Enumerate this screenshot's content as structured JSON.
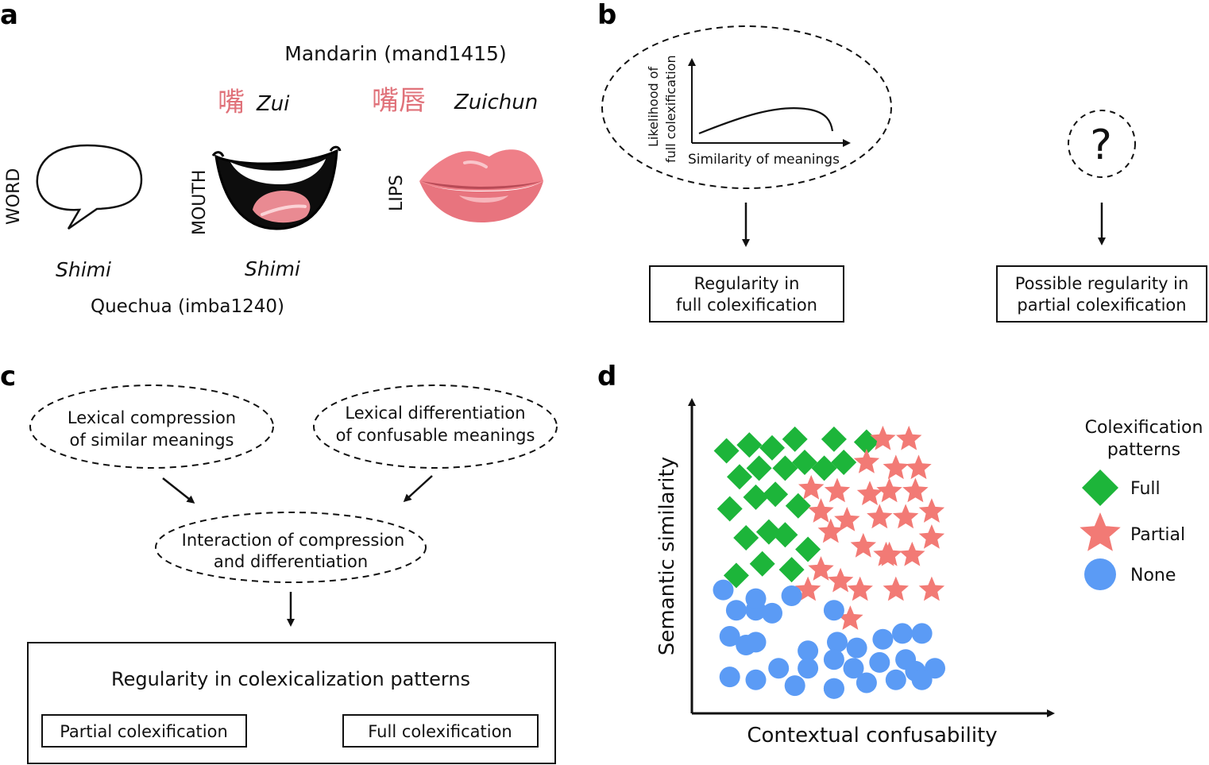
{
  "panels": {
    "a": "a",
    "b": "b",
    "c": "c",
    "d": "d"
  },
  "panel_a": {
    "mandarin_label": "Mandarin (mand1415)",
    "quechua_label": "Quechua (imba1240)",
    "zui_chars": "嘴",
    "zui_roman": "Zui",
    "zuichun_chars": "嘴唇",
    "zuichun_roman": "Zuichun",
    "word_label": "WORD",
    "mouth_label": "MOUTH",
    "lips_label": "LIPS",
    "shimi_1": "Shimi",
    "shimi_2": "Shimi"
  },
  "panel_b": {
    "ylabel_line1": "Likelihood of",
    "ylabel_line2": "full colexification",
    "xlabel": "Similarity of meanings",
    "question": "?",
    "box_left": [
      "Regularity in",
      "full colexification"
    ],
    "box_right": [
      "Possible regularity in",
      "partial colexification"
    ]
  },
  "panel_c": {
    "ellipse_left": [
      "Lexical compression",
      "of similar meanings"
    ],
    "ellipse_right": [
      "Lexical differentiation",
      "of confusable meanings"
    ],
    "ellipse_mid": [
      "Interaction of compression",
      "and differentiation"
    ],
    "main_box": "Regularity in colexicalization patterns",
    "sub_left": "Partial colexification",
    "sub_right": "Full colexification"
  },
  "chart_data": {
    "type": "scatter",
    "title": "",
    "xlabel": "Contextual confusability",
    "ylabel": "Semantic similarity",
    "xlim": [
      0,
      10
    ],
    "ylim": [
      0,
      10
    ],
    "grid": false,
    "legend_title": [
      "Colexification",
      "patterns"
    ],
    "legend_position": "right",
    "series": [
      {
        "name": "Full",
        "marker": "diamond",
        "color": "#1db53a",
        "points": [
          [
            0.6,
            8.7
          ],
          [
            1.3,
            8.9
          ],
          [
            2.0,
            8.8
          ],
          [
            2.7,
            9.1
          ],
          [
            3.9,
            9.1
          ],
          [
            4.9,
            9.0
          ],
          [
            1.0,
            7.8
          ],
          [
            1.6,
            8.1
          ],
          [
            2.4,
            8.1
          ],
          [
            3.0,
            8.3
          ],
          [
            3.6,
            8.1
          ],
          [
            4.2,
            8.3
          ],
          [
            1.5,
            7.1
          ],
          [
            2.1,
            7.2
          ],
          [
            0.7,
            6.7
          ],
          [
            2.8,
            6.8
          ],
          [
            1.2,
            5.7
          ],
          [
            1.9,
            5.9
          ],
          [
            2.4,
            5.8
          ],
          [
            3.1,
            5.3
          ],
          [
            0.9,
            4.4
          ],
          [
            1.7,
            4.8
          ],
          [
            2.6,
            4.6
          ]
        ]
      },
      {
        "name": "Partial",
        "marker": "star",
        "color": "#f27a75",
        "points": [
          [
            5.4,
            9.1
          ],
          [
            6.2,
            9.1
          ],
          [
            4.9,
            8.3
          ],
          [
            5.8,
            8.1
          ],
          [
            6.5,
            8.1
          ],
          [
            3.2,
            7.4
          ],
          [
            4.0,
            7.3
          ],
          [
            5.0,
            7.2
          ],
          [
            5.6,
            7.3
          ],
          [
            6.4,
            7.3
          ],
          [
            3.5,
            6.6
          ],
          [
            4.3,
            6.3
          ],
          [
            5.3,
            6.4
          ],
          [
            6.1,
            6.4
          ],
          [
            6.9,
            6.6
          ],
          [
            3.8,
            5.9
          ],
          [
            4.8,
            5.4
          ],
          [
            5.6,
            5.1
          ],
          [
            6.3,
            5.1
          ],
          [
            6.9,
            5.7
          ],
          [
            3.5,
            4.6
          ],
          [
            4.1,
            4.2
          ],
          [
            3.1,
            3.9
          ],
          [
            4.7,
            3.9
          ],
          [
            5.8,
            3.9
          ],
          [
            6.9,
            3.9
          ],
          [
            4.4,
            2.9
          ],
          [
            5.5,
            5.1
          ]
        ]
      },
      {
        "name": "None",
        "color": "#5b9bf5",
        "marker": "circle",
        "points": [
          [
            0.5,
            3.9
          ],
          [
            0.9,
            3.2
          ],
          [
            1.5,
            3.2
          ],
          [
            1.5,
            3.6
          ],
          [
            2.0,
            3.1
          ],
          [
            0.7,
            2.3
          ],
          [
            1.2,
            2.0
          ],
          [
            1.5,
            2.1
          ],
          [
            0.7,
            0.9
          ],
          [
            1.5,
            0.8
          ],
          [
            2.6,
            3.7
          ],
          [
            3.1,
            1.8
          ],
          [
            3.9,
            3.2
          ],
          [
            4.0,
            2.1
          ],
          [
            4.6,
            1.9
          ],
          [
            5.4,
            2.2
          ],
          [
            6.0,
            2.4
          ],
          [
            6.6,
            2.4
          ],
          [
            2.2,
            1.2
          ],
          [
            3.1,
            1.2
          ],
          [
            3.9,
            1.5
          ],
          [
            4.5,
            1.2
          ],
          [
            5.3,
            1.4
          ],
          [
            6.1,
            1.5
          ],
          [
            6.4,
            1.1
          ],
          [
            7.0,
            1.2
          ],
          [
            2.7,
            0.6
          ],
          [
            3.9,
            0.5
          ],
          [
            4.9,
            0.7
          ],
          [
            5.8,
            0.8
          ],
          [
            6.6,
            0.8
          ],
          [
            3.9,
            0.5
          ]
        ]
      }
    ]
  }
}
